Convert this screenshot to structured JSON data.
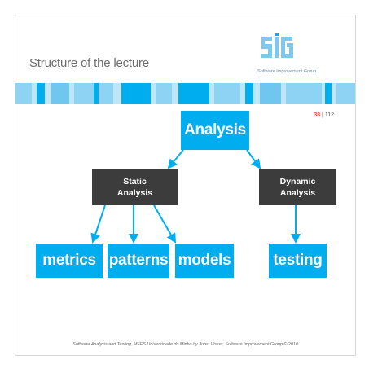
{
  "slide": {
    "title": "Structure of the lecture",
    "logo_text": "SIG",
    "logo_subtitle": "Software Improvement Group",
    "page_current": "38",
    "page_separator": " | ",
    "page_total": "112",
    "footer": "Software Analysis and Testing, MFES Universidade do Minho by Joost Visser, Software Improvement Group © 2010"
  },
  "diagram": {
    "root": "Analysis",
    "static": "Static\nAnalysis",
    "dynamic": "Dynamic\nAnalysis",
    "metrics": "metrics",
    "patterns": "patterns",
    "models": "models",
    "testing": "testing"
  },
  "colors": {
    "accent_blue": "#00adef",
    "light_blue": "#8ed3f3",
    "dark_box": "#3c3c3c",
    "page_current": "#e0432b"
  }
}
